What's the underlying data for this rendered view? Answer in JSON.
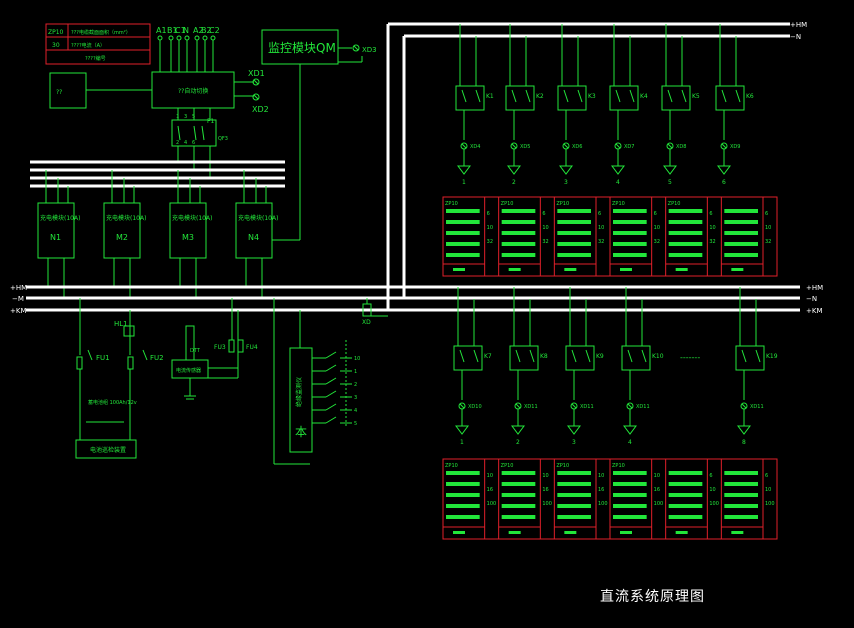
{
  "title": "直流系统原理图",
  "legend_table": {
    "rows": [
      {
        "code": "ZP10",
        "desc": "???电缆截面面积（mm²）"
      },
      {
        "code": "30",
        "desc": "????电流（A）"
      },
      {
        "code": "",
        "desc": "????编号"
      }
    ]
  },
  "top_left": {
    "switch_box": "??",
    "controller": "??自动切换",
    "terminals": [
      "A1",
      "B1",
      "C1",
      "N",
      "A2",
      "B2",
      "C2"
    ],
    "xd1": "XD1",
    "xd2": "XD2",
    "f1": "F1",
    "qf3": "QF3",
    "qf_terminals": [
      "1",
      "3",
      "5",
      "2",
      "4",
      "6"
    ]
  },
  "monitor": {
    "label": "监控模块QM",
    "xd3": "XD3"
  },
  "rectifiers": [
    {
      "label": "充电模块(10A)",
      "id": "N1"
    },
    {
      "label": "充电模块(10A)",
      "id": "M2"
    },
    {
      "label": "充电模块(10A)",
      "id": "M3"
    },
    {
      "label": "充电模块(10A)",
      "id": "N4"
    }
  ],
  "bus_labels": {
    "top_hm": "+HM",
    "top_n": "−N",
    "mid_left": [
      "+HM",
      "−M",
      "+KM"
    ],
    "mid_right": [
      "+HM",
      "−N",
      "+KM"
    ],
    "xd": "XD"
  },
  "lower_left": {
    "hl1": "HL1",
    "fu1": "FU1",
    "fu2": "FU2",
    "fu3": "FU3",
    "fu4": "FU4",
    "battery": "蓄电池组\n100Ah/12v",
    "battery_box": "电池巡检装置",
    "sensor_label": "DTT",
    "sensor_box": "电流传感器",
    "insulation_label": "绝缘监测仪",
    "insulation_bottom": "本",
    "switch_numbers": [
      "10",
      "1",
      "2",
      "3",
      "4",
      "5"
    ]
  },
  "upper_feeders": [
    {
      "k": "K1",
      "xd": "XD4",
      "n": "1"
    },
    {
      "k": "K2",
      "xd": "XD5",
      "n": "2"
    },
    {
      "k": "K3",
      "xd": "XD6",
      "n": "3"
    },
    {
      "k": "K4",
      "xd": "XD7",
      "n": "4"
    },
    {
      "k": "K5",
      "xd": "XD8",
      "n": "5"
    },
    {
      "k": "K6",
      "xd": "XD9",
      "n": "6"
    }
  ],
  "lower_feeders": [
    {
      "k": "K7",
      "xd": "XD10",
      "n": "1"
    },
    {
      "k": "K8",
      "xd": "XD11",
      "n": "2"
    },
    {
      "k": "K9",
      "xd": "XD11",
      "n": "3"
    },
    {
      "k": "K10",
      "xd": "XD11",
      "n": "4"
    },
    {
      "k": "K19",
      "xd": "XD11",
      "n": "8"
    }
  ],
  "upper_table": {
    "groups": [
      {
        "head": "ZP10",
        "nums": [
          "6",
          "10",
          "32"
        ]
      },
      {
        "head": "ZP10",
        "nums": [
          "6",
          "10",
          "32"
        ]
      },
      {
        "head": "ZP10",
        "nums": [
          "6",
          "10",
          "32"
        ]
      },
      {
        "head": "ZP10",
        "nums": [
          "6",
          "10",
          "32"
        ]
      },
      {
        "head": "ZP10",
        "nums": [
          "6",
          "10",
          "32"
        ]
      },
      {
        "head": "",
        "nums": [
          "6",
          "10",
          "32"
        ]
      }
    ]
  },
  "lower_table": {
    "groups": [
      {
        "head": "ZP10",
        "nums": [
          "10",
          "16",
          "100"
        ]
      },
      {
        "head": "ZP10",
        "nums": [
          "10",
          "16",
          "100"
        ]
      },
      {
        "head": "ZP10",
        "nums": [
          "10",
          "16",
          "100"
        ]
      },
      {
        "head": "ZP10",
        "nums": [
          "10",
          "16",
          "100"
        ]
      },
      {
        "head": "",
        "nums": [
          "6",
          "10",
          "100"
        ]
      },
      {
        "head": "",
        "nums": [
          "6",
          "10",
          "100"
        ]
      }
    ]
  },
  "dash_label": "-------",
  "colors": {
    "line": "#22e63a",
    "bus": "#ffffff",
    "table": "#e0202a",
    "background": "#000000"
  }
}
